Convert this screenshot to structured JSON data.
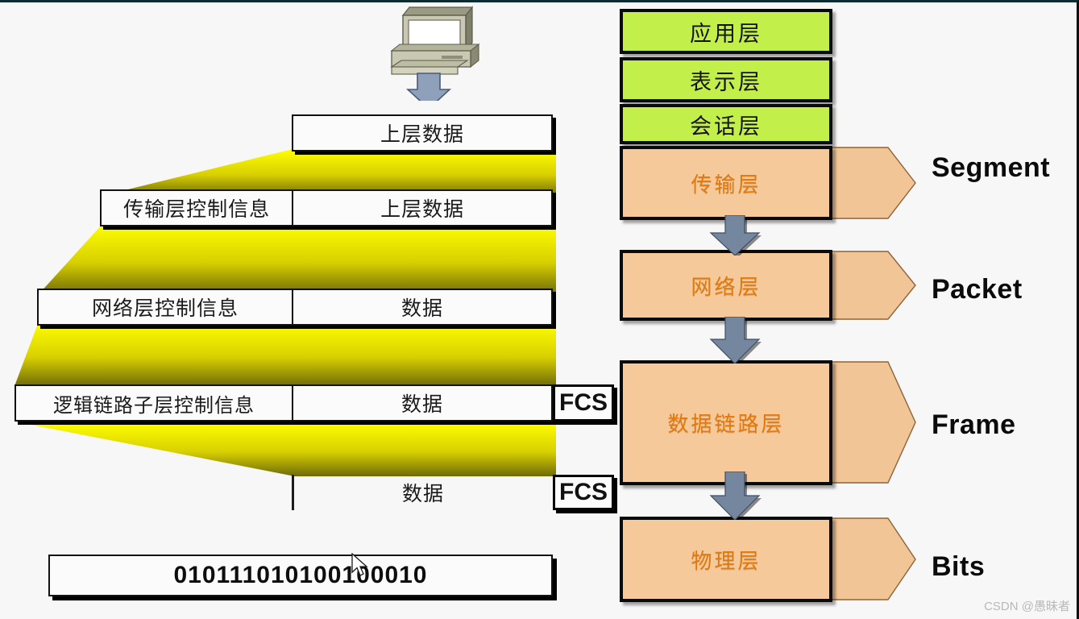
{
  "meta": {
    "watermark": "CSDN @愚昧者"
  },
  "source": {
    "icon": "computer-icon"
  },
  "encapsulation_rows": [
    {
      "id": "upper-layer-data",
      "cells": [
        {
          "name": "data-cell",
          "text": "上层数据"
        }
      ]
    },
    {
      "id": "transport-pdu",
      "cells": [
        {
          "name": "transport-header-cell",
          "text": "传输层控制信息"
        },
        {
          "name": "data-cell",
          "text": "上层数据"
        }
      ]
    },
    {
      "id": "network-pdu",
      "cells": [
        {
          "name": "network-header-cell",
          "text": "网络层控制信息"
        },
        {
          "name": "data-cell",
          "text": "数据"
        }
      ]
    },
    {
      "id": "datalink-pdu",
      "cells": [
        {
          "name": "llc-header-cell",
          "text": "逻辑链路子层控制信息"
        },
        {
          "name": "data-cell",
          "text": "数据"
        }
      ],
      "trailer": "FCS"
    },
    {
      "id": "mac-pdu",
      "cells": [
        {
          "name": "data-cell",
          "text": "数据"
        }
      ],
      "trailer": "FCS"
    },
    {
      "id": "bits-row",
      "bits": "010111010100100010"
    }
  ],
  "osi_stack": [
    {
      "name": "application-layer",
      "label": "应用层",
      "color": "#c3ef4a",
      "kind": "green"
    },
    {
      "name": "presentation-layer",
      "label": "表示层",
      "color": "#c3ef4a",
      "kind": "green"
    },
    {
      "name": "session-layer",
      "label": "会话层",
      "color": "#c3ef4a",
      "kind": "green"
    },
    {
      "name": "transport-layer",
      "label": "传输层",
      "color": "#f5c99a",
      "kind": "peach"
    },
    {
      "name": "network-layer",
      "label": "网络层",
      "color": "#f5c99a",
      "kind": "peach"
    },
    {
      "name": "datalink-layer",
      "label": "数据链路层",
      "color": "#f5c99a",
      "kind": "peach"
    },
    {
      "name": "physical-layer",
      "label": "物理层",
      "color": "#f5c99a",
      "kind": "peach"
    }
  ],
  "pdu_names": [
    {
      "name": "pdu-name-segment",
      "label": "Segment"
    },
    {
      "name": "pdu-name-packet",
      "label": "Packet"
    },
    {
      "name": "pdu-name-frame",
      "label": "Frame"
    },
    {
      "name": "pdu-name-bits",
      "label": "Bits"
    }
  ],
  "colors": {
    "green_layer": "#c3ef4a",
    "peach_layer": "#f5c99a",
    "peach_label_text": "#e07a10",
    "connector_yellow_top": "#ffff00",
    "connector_yellow_bottom": "#6f6b09",
    "arrow_blue": "#74879f",
    "background": "#f7f7f7"
  }
}
